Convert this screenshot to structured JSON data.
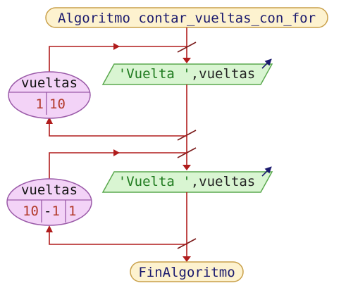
{
  "diagram": {
    "start": {
      "keyword": "Algoritmo",
      "name": "contar_vueltas_con_for"
    },
    "end": {
      "label": "FinAlgoritmo"
    },
    "loops": [
      {
        "variable": "vueltas",
        "start_value": "1",
        "end_value": "10",
        "output": {
          "string": "'Vuelta '",
          "separator": ",",
          "var": "vueltas"
        }
      },
      {
        "variable": "vueltas",
        "start_value": "10",
        "step_sign": "-",
        "step_value": "1",
        "end_value": "1",
        "output": {
          "string": "'Vuelta '",
          "separator": ",",
          "var": "vueltas"
        }
      }
    ],
    "colors": {
      "flow_line": "#b01c1c",
      "terminal_fill": "#fdf2cf",
      "terminal_stroke": "#c9a04a",
      "output_fill": "#d9f5d2",
      "output_stroke": "#5aa84e",
      "loop_fill": "#f3d3f7",
      "loop_stroke": "#9a5aa8",
      "output_arrow": "#1b1a6e"
    }
  }
}
